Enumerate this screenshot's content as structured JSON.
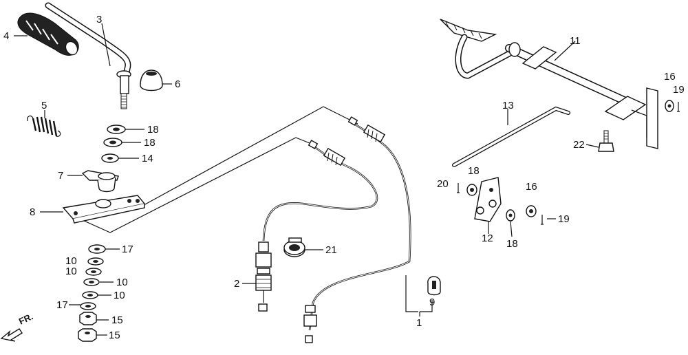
{
  "callouts": {
    "c1": "1",
    "c2": "2",
    "c3": "3",
    "c4": "4",
    "c5": "5",
    "c6": "6",
    "c7": "7",
    "c8": "8",
    "c9": "9",
    "c10a": "10",
    "c10b": "10",
    "c10c": "10",
    "c10d": "10",
    "c11": "11",
    "c12": "12",
    "c13": "13",
    "c14": "14",
    "c15a": "15",
    "c15b": "15",
    "c16a": "16",
    "c16b": "16",
    "c17a": "17",
    "c17b": "17",
    "c18a": "18",
    "c18b": "18",
    "c18c": "18",
    "c18d": "18",
    "c19a": "19",
    "c19b": "19",
    "c20": "20",
    "c21": "21",
    "c22": "22"
  },
  "direction_label": "FR."
}
